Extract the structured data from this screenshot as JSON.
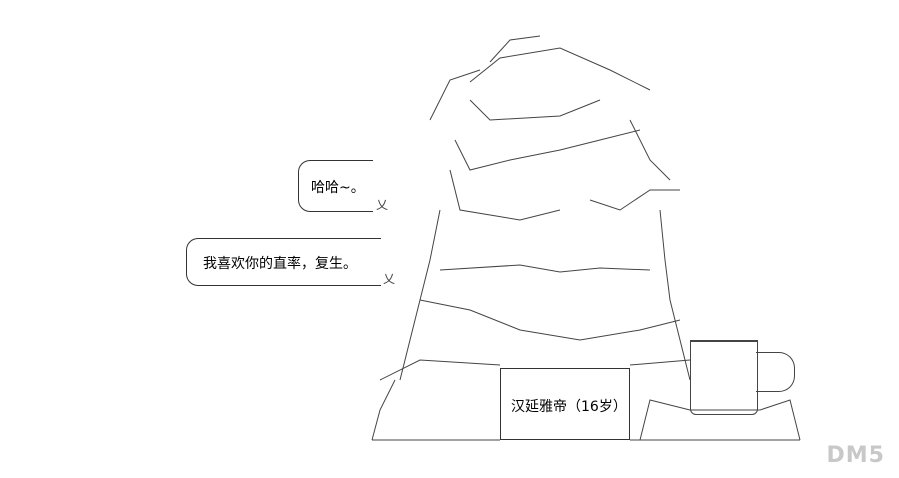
{
  "bubbles": [
    {
      "text": "哈哈~。"
    },
    {
      "text": "我喜欢你的直率，复生。"
    }
  ],
  "sign": {
    "text": "汉延雅帝（16岁）"
  },
  "watermark": {
    "text": "DM5"
  },
  "colors": {
    "line": "#444444",
    "background": "#ffffff",
    "watermark": "#c8c8c8"
  }
}
